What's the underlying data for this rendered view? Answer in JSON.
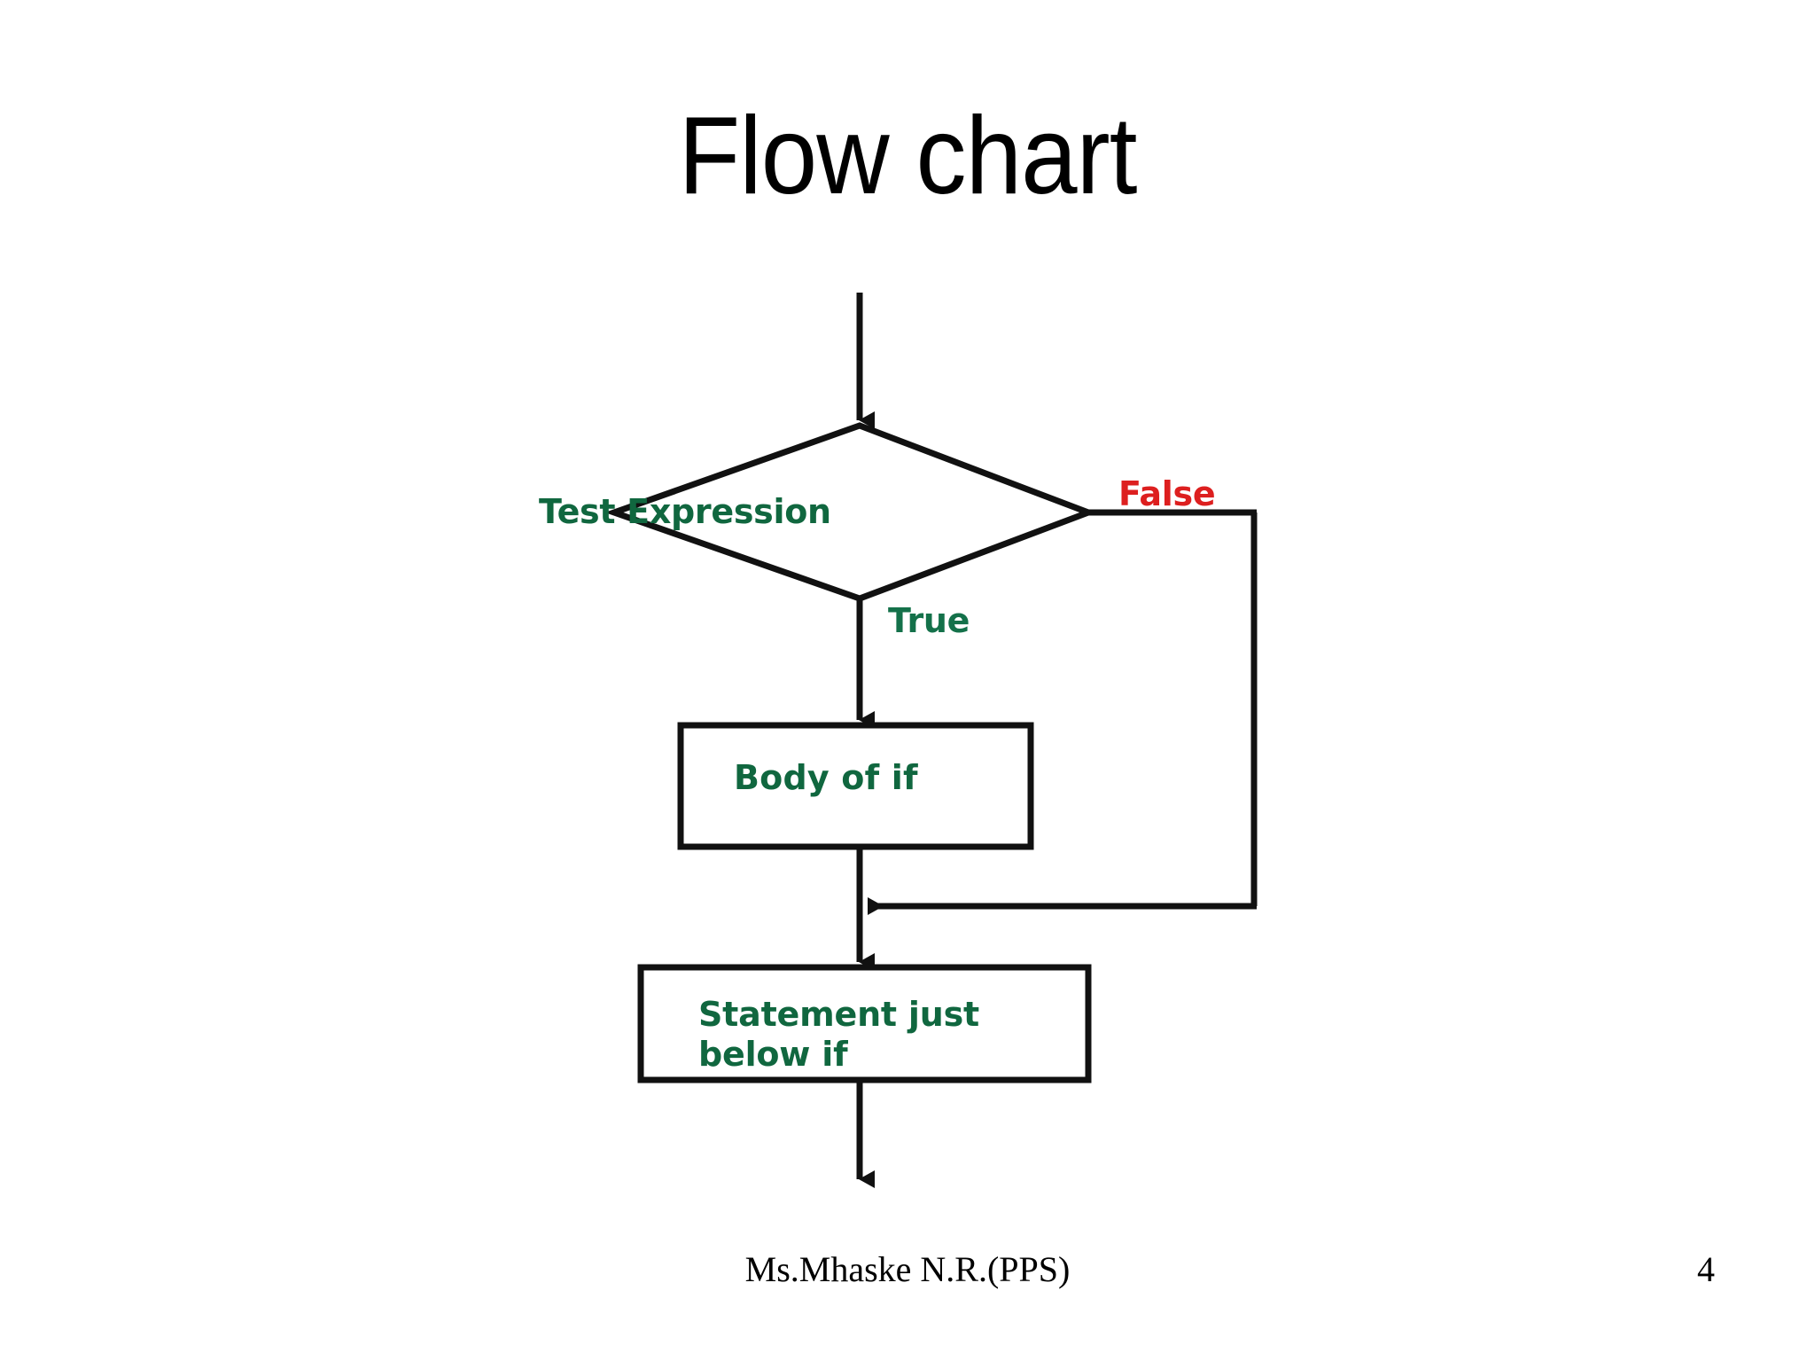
{
  "slide": {
    "title": "Flow chart",
    "background_color": "#ffffff",
    "page_number": "4",
    "footer_author": "Ms.Mhaske N.R.(PPS)"
  },
  "colors": {
    "text_black": "#000000",
    "node_green": "#10673f",
    "true_green": "#14714a",
    "false_red": "#dd1f1f",
    "stroke_black": "#111111"
  },
  "flowchart": {
    "type": "flowchart",
    "description": "if-statement control flow",
    "nodes": [
      {
        "id": "entry",
        "shape": "arrow",
        "label": ""
      },
      {
        "id": "test",
        "shape": "diamond",
        "label": "Test Expression"
      },
      {
        "id": "body",
        "shape": "rectangle",
        "label": "Body of if"
      },
      {
        "id": "statement",
        "shape": "rectangle",
        "label": "Statement just below if"
      },
      {
        "id": "exit",
        "shape": "arrow",
        "label": ""
      }
    ],
    "edges": [
      {
        "from": "entry",
        "to": "test",
        "label": ""
      },
      {
        "from": "test",
        "to": "body",
        "label": "True"
      },
      {
        "from": "test",
        "to": "merge",
        "label": "False"
      },
      {
        "from": "body",
        "to": "statement",
        "label": ""
      },
      {
        "from": "statement",
        "to": "exit",
        "label": ""
      }
    ],
    "labels": {
      "test_expression": "Test Expression",
      "true": "True",
      "false": "False",
      "body_of_if": "Body of if",
      "statement_line_1": "Statement just",
      "statement_line_2": "below if"
    }
  }
}
